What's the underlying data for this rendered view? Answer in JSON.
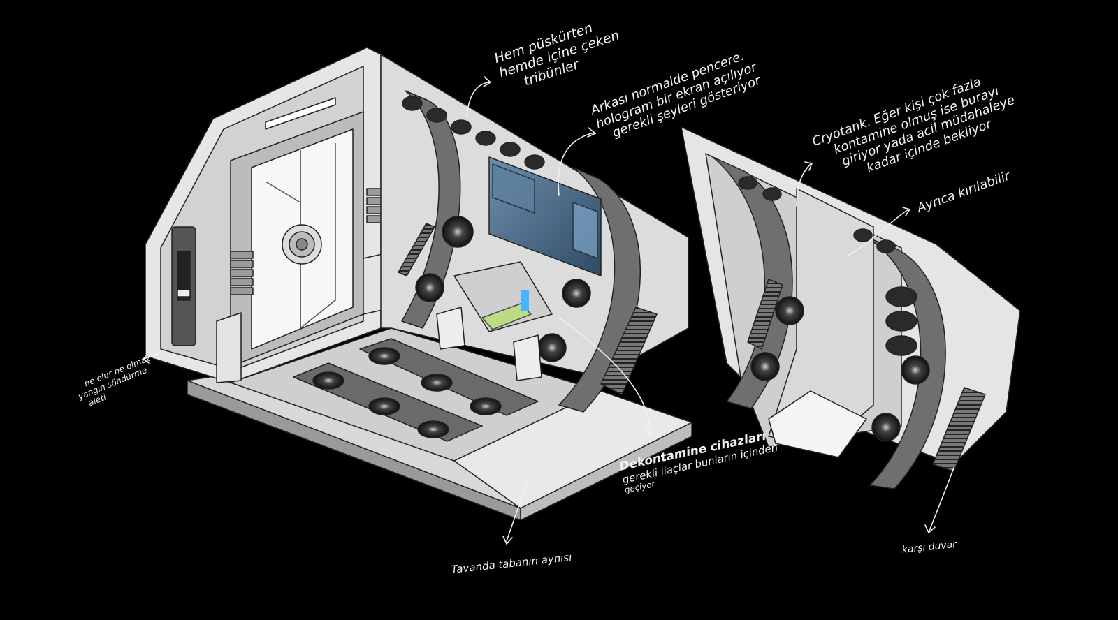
{
  "annotations": {
    "tribunes": [
      "Hem püskürten",
      "hemde içine çeken",
      "tribünler"
    ],
    "hologram": [
      "Arkası normalde pencere.",
      "hologram bir ekran açılıyor",
      "gerekli şeyleri gösteriyor"
    ],
    "cryotank": [
      "Cryotank. Eğer kişi çok fazla",
      "kontamine olmuş ise burayı",
      "giriyor yada acil müdahaleye",
      "kadar içinde bekliyor"
    ],
    "cryotank_extra": "Ayrıca kırılabilir",
    "extinguisher": [
      "ne olur ne olmaz",
      "yangın söndürme",
      "aleti"
    ],
    "decon": [
      "Dekontamine cihazları",
      "gerekli ilaçlar bunların içinden",
      "geçiyor"
    ],
    "ceiling_floor": "Tavanda tabanın aynısı",
    "opposite_wall": "karşı duvar"
  },
  "colors": {
    "background": "#000000",
    "ink": "#f2f2f2",
    "panel_light": "#e6e6e6",
    "panel_mid": "#b9b9b9",
    "panel_dark": "#6e6e6e",
    "screen": "#3c5d7a",
    "hologram": "#48b4ff",
    "hologram_pad": "#b7e06a"
  }
}
